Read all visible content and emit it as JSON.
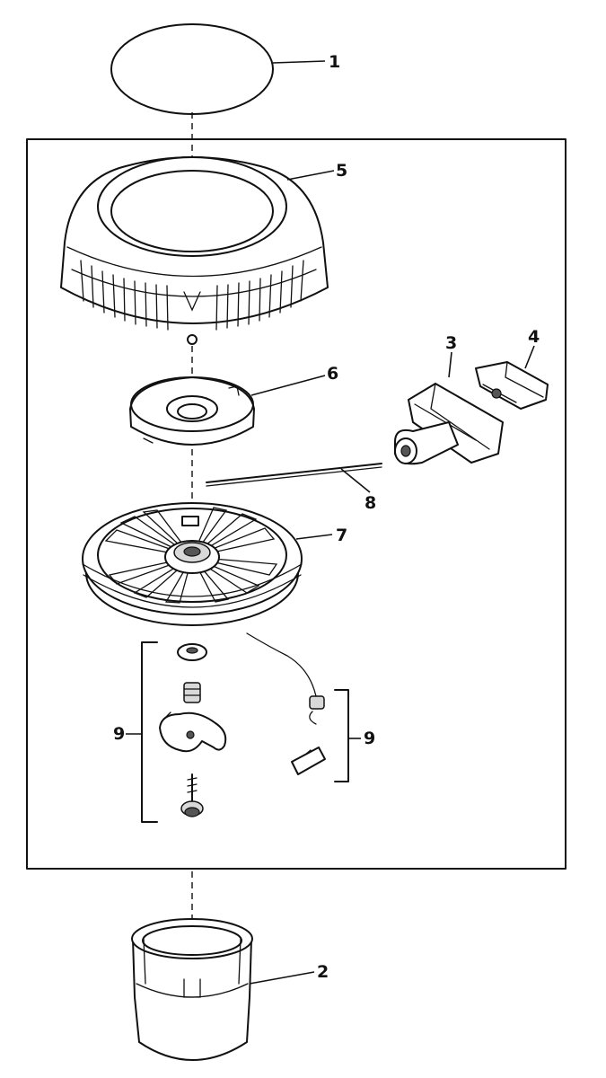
{
  "callouts": {
    "c1": "1",
    "c2": "2",
    "c3": "3",
    "c4": "4",
    "c5": "5",
    "c6": "6",
    "c7": "7",
    "c8": "8",
    "c9_left": "9",
    "c9_right": "9"
  },
  "colors": {
    "ink": "#111111",
    "background": "#ffffff"
  }
}
